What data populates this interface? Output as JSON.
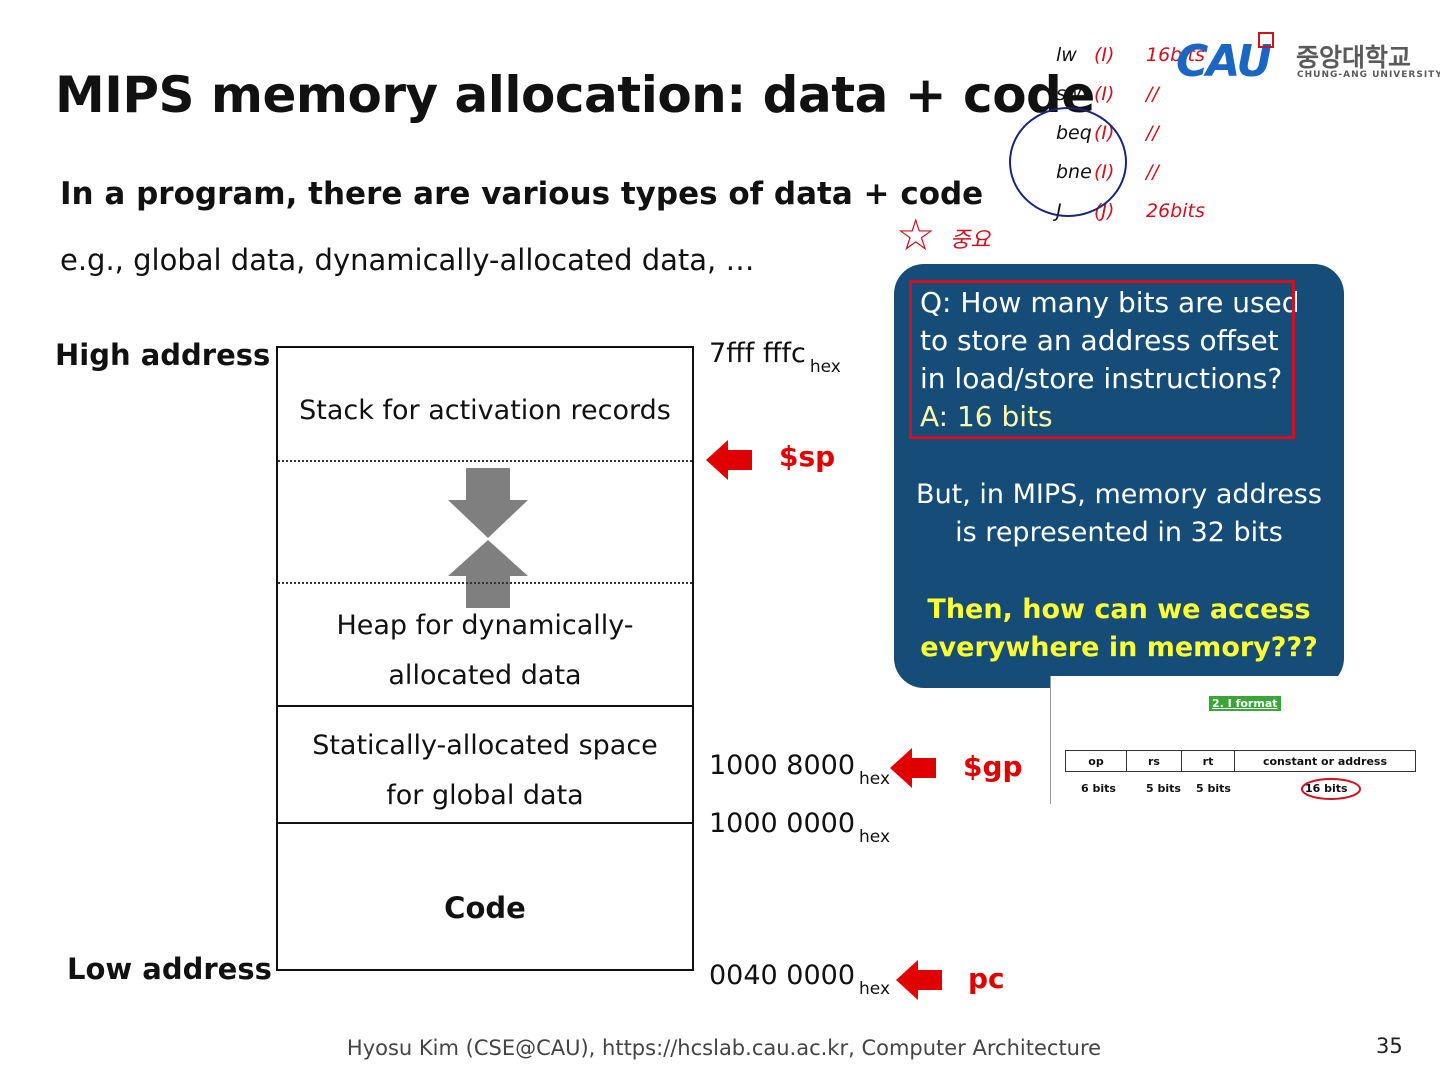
{
  "slide": {
    "title": "MIPS memory allocation: data + code",
    "subtitle": "In a program, there are various types of data + code",
    "example": "e.g., global data, dynamically-allocated data, …",
    "high_address": "High address",
    "low_address": "Low address",
    "page_number": "35",
    "footer": "Hyosu Kim (CSE@CAU), https://hcslab.cau.ac.kr, Computer Architecture"
  },
  "memory": {
    "stack_label": "Stack for activation records",
    "heap_line1": "Heap for dynamically-",
    "heap_line2": "allocated data",
    "static_line1": "Statically-allocated space",
    "static_line2": "for global data",
    "code_label": "Code"
  },
  "addresses": {
    "top": "7fff fffc",
    "gp": "1000 8000",
    "data_base": "1000 0000",
    "code_base": "0040 0000",
    "suffix": "hex"
  },
  "registers": {
    "sp": "$sp",
    "gp": "$gp",
    "pc": "pc"
  },
  "callout": {
    "q1": "Q: How many bits are used",
    "q2": "to store an address offset",
    "q3": "in load/store instructions?",
    "answer": "A: 16 bits",
    "note1": "But, in MIPS, memory address",
    "note2": "is represented in 32 bits",
    "question1": "Then, how can we access",
    "question2": "everywhere in memory???"
  },
  "iformat": {
    "label": "2. I format",
    "headers": [
      "op",
      "rs",
      "rt",
      "constant or address"
    ],
    "bits": [
      "6 bits",
      "5 bits",
      "5 bits",
      "16 bits"
    ]
  },
  "logo": {
    "cau": "CAU",
    "korean": "중앙대학교",
    "english": "CHUNG-ANG UNIVERSITY"
  },
  "handwriting": {
    "instructions": [
      "lw",
      "sw",
      "beq",
      "bne",
      "J"
    ],
    "types": [
      "(I)",
      "(I)",
      "(I)",
      "(I)",
      "(J)"
    ],
    "bits": [
      "16bits",
      "//",
      "//",
      "//",
      "26bits"
    ],
    "star_note": "중요"
  },
  "colors": {
    "callout_bg": "#154d78",
    "highlight_red": "#e00000",
    "question_yellow": "#ffff33",
    "logo_blue": "#1a66c2"
  }
}
